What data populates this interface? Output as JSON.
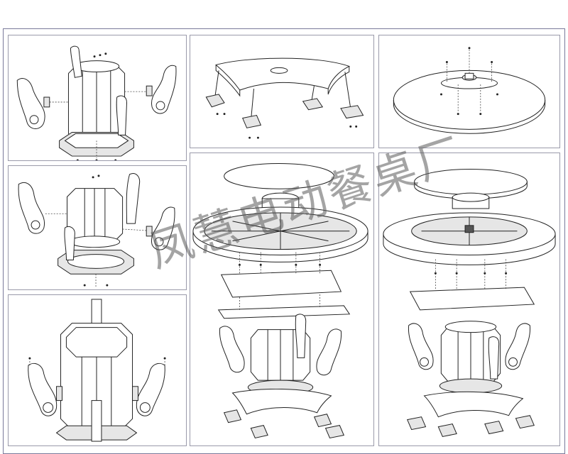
{
  "watermark": {
    "text": "凤慧电动餐桌厂",
    "color": "#5a5a5a"
  },
  "panels": [
    {
      "id": "panel-1",
      "subject": "octagon-base-with-four-legs-exploded"
    },
    {
      "id": "panel-2",
      "subject": "octagon-base-with-legs-raised"
    },
    {
      "id": "panel-3",
      "subject": "octagon-base-assembled-with-legs"
    },
    {
      "id": "panel-4",
      "subject": "table-frame-with-feet"
    },
    {
      "id": "panel-5",
      "subject": "round-tabletop-with-turntable-mount"
    },
    {
      "id": "panel-6",
      "subject": "full-table-exploded-view-a"
    },
    {
      "id": "panel-7",
      "subject": "full-table-exploded-view-b"
    }
  ],
  "colors": {
    "line": "#222222",
    "panel_border": "#9a9aaa",
    "sheet_border": "#7a7a9a",
    "fill_light": "#e6e6e6"
  }
}
